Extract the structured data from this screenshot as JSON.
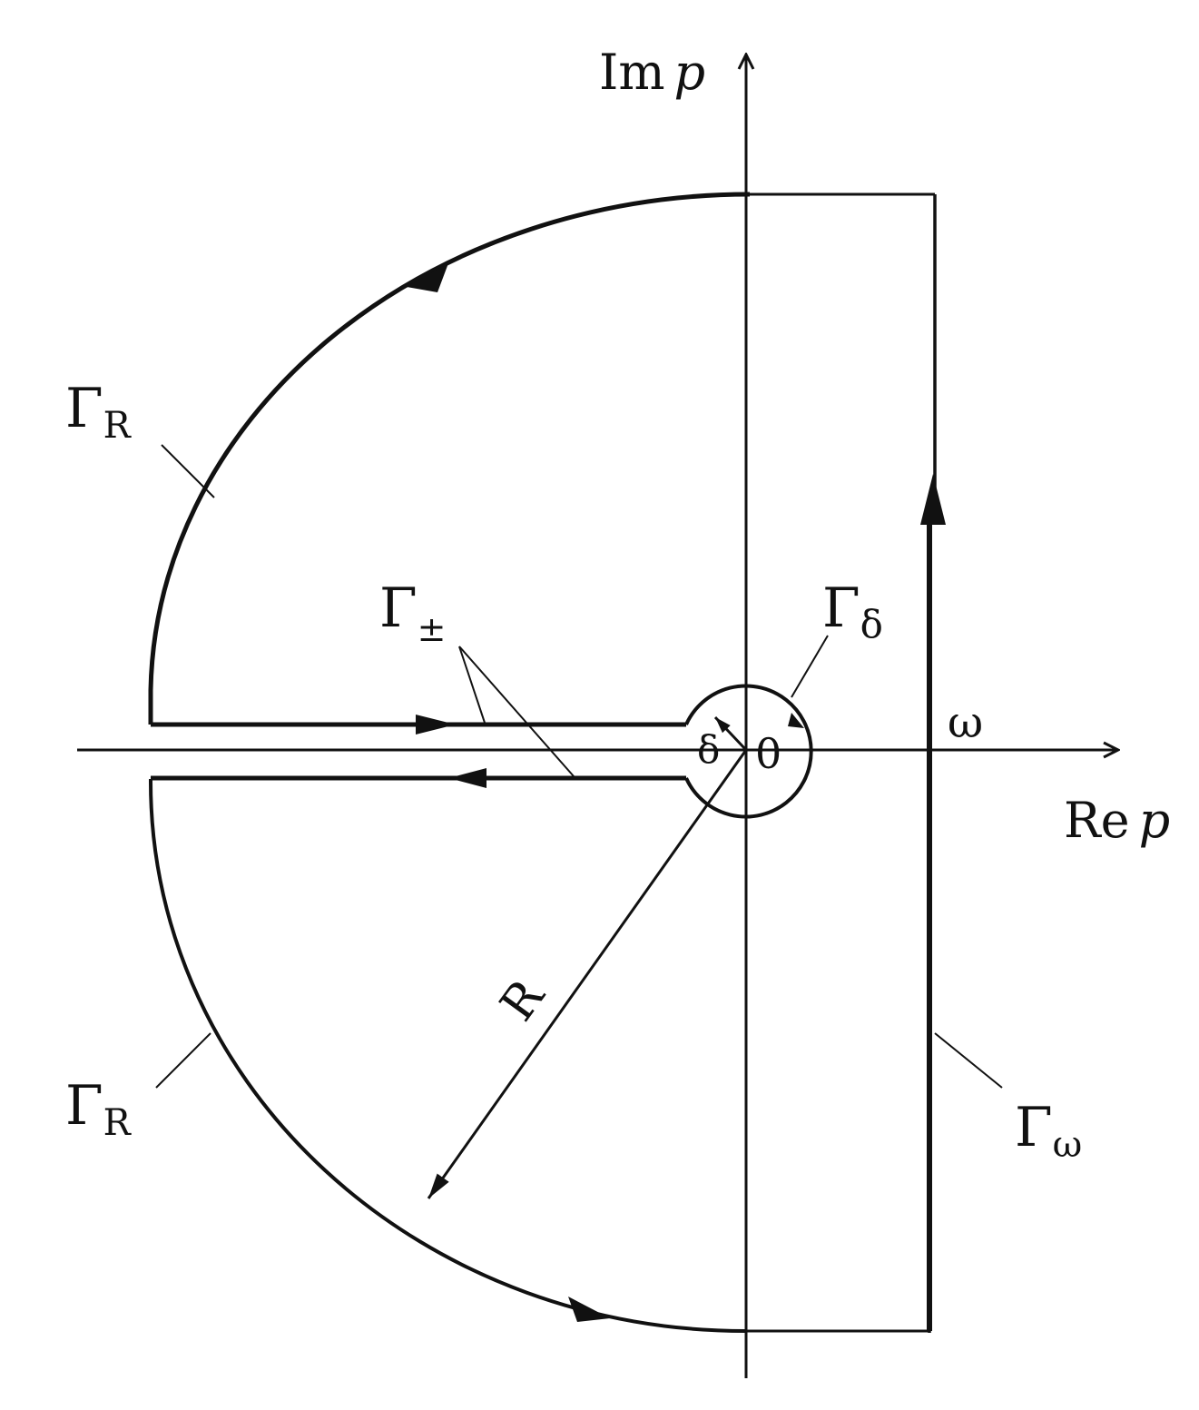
{
  "labels": {
    "im_axis": {
      "main": "Im",
      "var": "p"
    },
    "re_axis": {
      "main": "Re",
      "var": "p"
    },
    "gamma_r_upper": {
      "main": "Γ",
      "sub": "R"
    },
    "gamma_r_lower": {
      "main": "Γ",
      "sub": "R"
    },
    "gamma_pm": {
      "main": "Γ",
      "sub": "±"
    },
    "gamma_delta": {
      "main": "Γ",
      "sub": "δ"
    },
    "gamma_omega": {
      "main": "Γ",
      "sub": "ω"
    },
    "omega": "ω",
    "delta": "δ",
    "origin": "0",
    "radius": "R"
  },
  "colors": {
    "stroke": "#111111",
    "background": "#ffffff"
  }
}
